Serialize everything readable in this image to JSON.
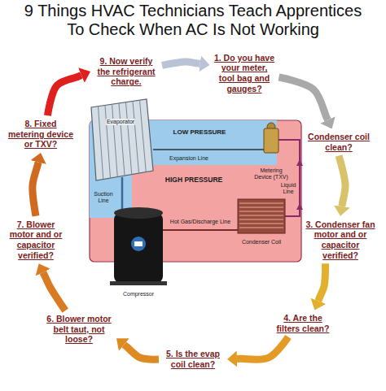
{
  "diagram": {
    "title": "9 Things HVAC Technicians Teach Apprentices To Check When AC Is Not Working",
    "nodes": [
      {
        "text": [
          "1. Do you have your meter, tool bag and gauges?"
        ]
      },
      {
        "text": [
          "Condenser coil clean?"
        ]
      },
      {
        "text": [
          "3. Condenser fan motor and or capacitor verified?"
        ]
      },
      {
        "text": [
          "4. Are the filters clean?"
        ]
      },
      {
        "text": [
          "5. Is the evap coil clean?"
        ]
      },
      {
        "text": [
          "6. Blower motor belt taut, not loose?"
        ]
      },
      {
        "text": [
          "7. Blower motor and or capacitor verified?"
        ]
      },
      {
        "text": [
          "8. Fixed metering device or TXV?"
        ]
      },
      {
        "text": [
          "9. Now verify the refrigerant charge."
        ]
      }
    ],
    "edges": [
      {
        "from": 0,
        "to": 1,
        "arrow": "to"
      },
      {
        "from": 1,
        "to": 2,
        "arrow": "to"
      },
      {
        "from": 2,
        "to": 3,
        "arrow": "to"
      },
      {
        "from": 3,
        "to": 4,
        "arrow": "to"
      },
      {
        "from": 4,
        "to": 5,
        "arrow": "to"
      },
      {
        "from": 5,
        "to": 6,
        "arrow": "to"
      },
      {
        "from": 6,
        "to": 7,
        "arrow": "to"
      },
      {
        "from": 7,
        "to": 8,
        "arrow": "to"
      },
      {
        "from": 8,
        "to": 0,
        "arrow": "to"
      }
    ],
    "labels": [
      "LOW PRESSURE",
      "HIGH PRESSURE",
      "Evaporator",
      "Expansion Line",
      "Metering Device (TXV)",
      "Suction Line",
      "Liquid Line",
      "Hot Gas/Discharge Line",
      "Condenser Coil",
      "Compressor"
    ]
  }
}
